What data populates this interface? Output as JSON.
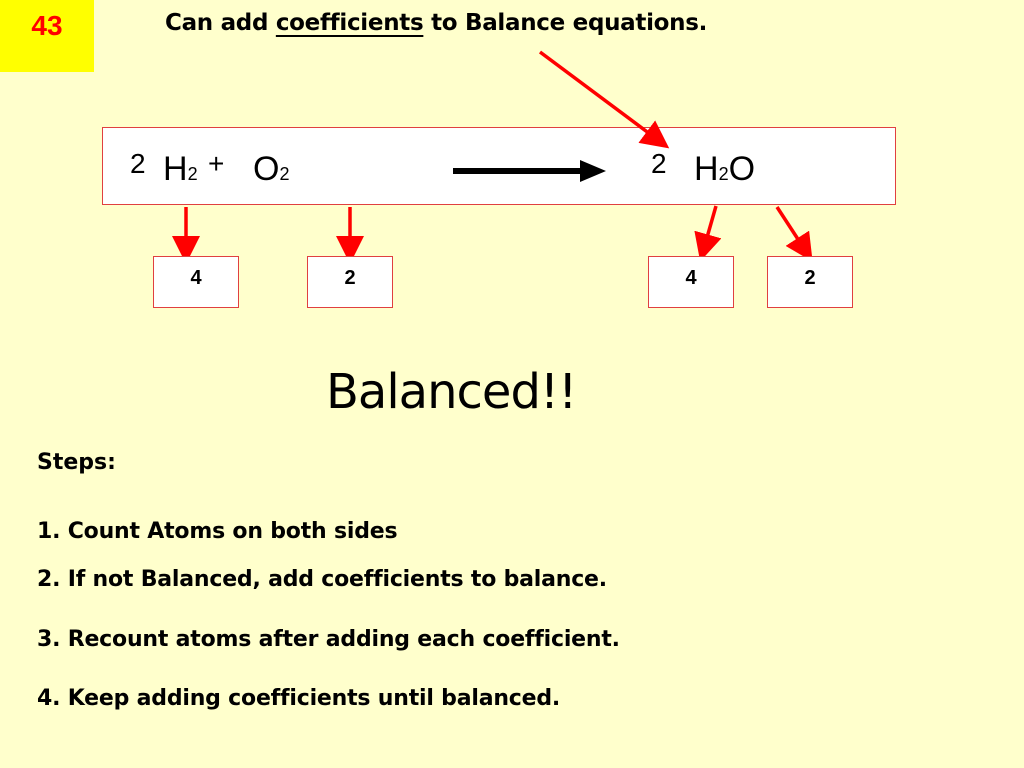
{
  "slide_number": "43",
  "title": {
    "prefix": "Can add ",
    "emphasis": "coefficients",
    "suffix": " to Balance equations."
  },
  "equation": {
    "left_coefficient": "2",
    "reactant1_symbol": "H",
    "reactant1_subscript": "2",
    "plus": "+",
    "reactant2_symbol": "O",
    "reactant2_subscript": "2",
    "right_coefficient": "2",
    "product_h": "H",
    "product_subscript": "2",
    "product_o": "O"
  },
  "atom_counts": [
    "4",
    "2",
    "4",
    "2"
  ],
  "balanced_label": "Balanced!!",
  "steps_heading": "Steps:",
  "steps": [
    "1. Count Atoms on both sides",
    "2. If not Balanced, add coefficients to balance.",
    "3. Recount atoms after adding each coefficient.",
    "4. Keep adding coefficients until balanced."
  ],
  "colors": {
    "background": "#ffffcc",
    "accent": "#ff0000",
    "badge": "#ffff00"
  }
}
